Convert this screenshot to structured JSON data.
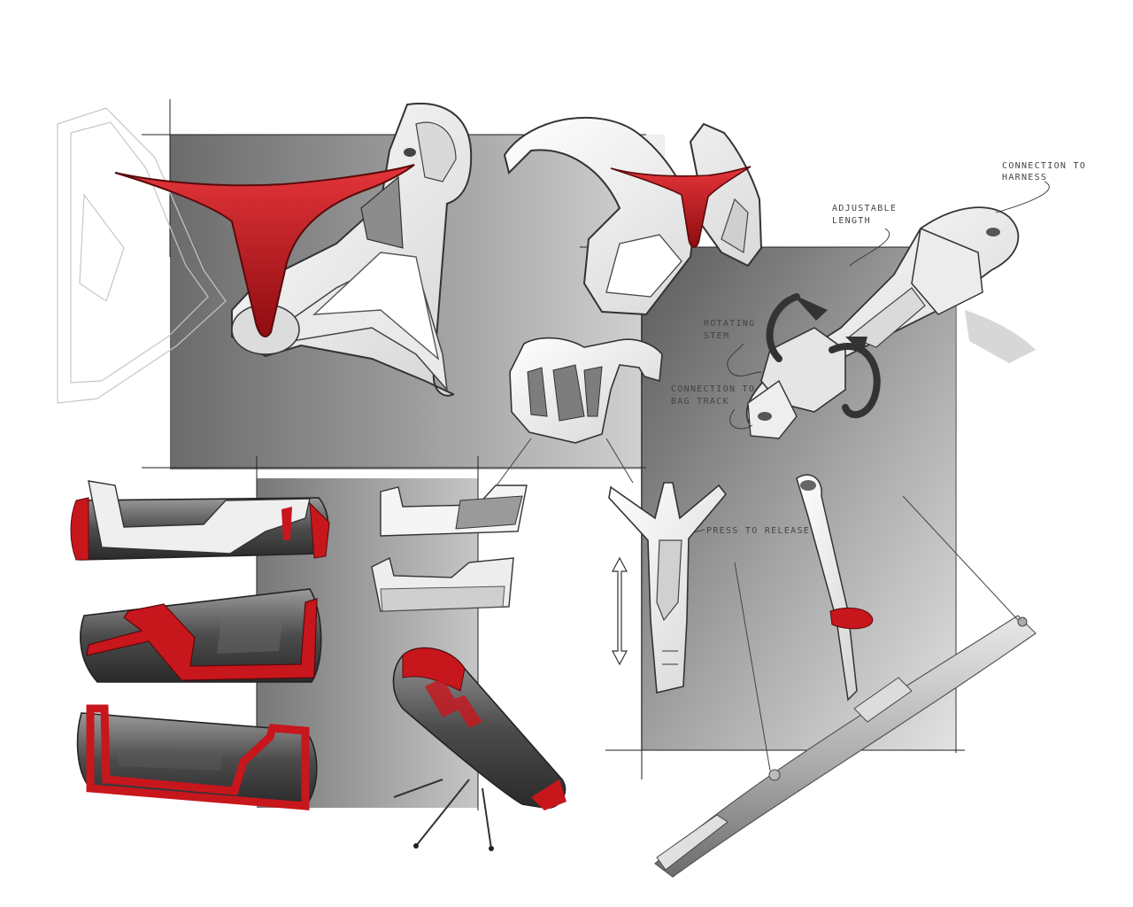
{
  "colors": {
    "accent_red": "#c8161d",
    "panel_gray": "#8f8f8f",
    "panel_dark": "#5e5e5e",
    "line": "#3a3a3a",
    "white_part": "#f4f4f4"
  },
  "annotations": {
    "connection_to_harness_1": "Connection to",
    "connection_to_harness_2": "harness",
    "adjustable_length_1": "Adjustable",
    "adjustable_length_2": "length",
    "rotating_stem_1": "Rotating",
    "rotating_stem_2": "stem",
    "connection_to_bag_track_1": "Connection to",
    "connection_to_bag_track_2": "bag track",
    "press_to_release": "Press to release"
  }
}
